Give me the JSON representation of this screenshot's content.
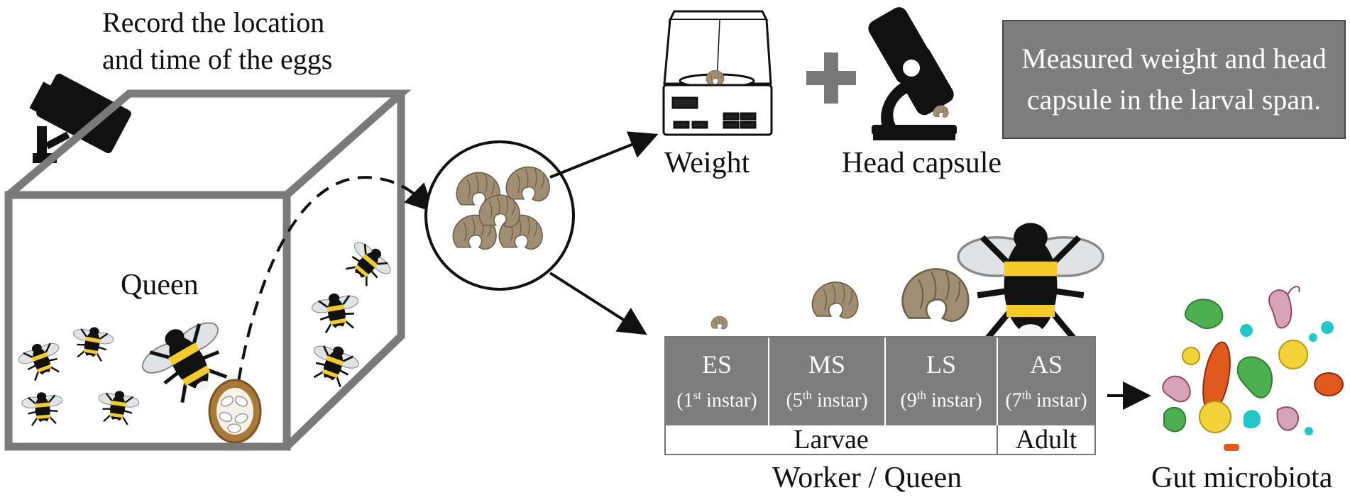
{
  "record_text": [
    "Record the location",
    "and time of the eggs"
  ],
  "queen_label": "Queen",
  "weight_label": "Weight",
  "head_capsule_label": "Head capsule",
  "measure_note": [
    "Measured weight and head",
    "capsule in the larval span."
  ],
  "stages": [
    {
      "code": "ES",
      "ordinal": "1",
      "suffix": "st",
      "rest": " instar)"
    },
    {
      "code": "MS",
      "ordinal": "5",
      "suffix": "th",
      "rest": " instar)"
    },
    {
      "code": "LS",
      "ordinal": "9",
      "suffix": "th",
      "rest": " instar)"
    },
    {
      "code": "AS",
      "ordinal": "7",
      "suffix": "th",
      "rest": " instar)"
    }
  ],
  "groups": [
    "Larvae",
    "Adult"
  ],
  "caste_label": "Worker / Queen",
  "gut_label": "Gut microbiota",
  "colors": {
    "box_stroke": "#7a7a7a",
    "table_fill": "#7d7d7d",
    "larva": "#a08f74",
    "bee_yellow": "#f3cc2a",
    "nest": "#a77a3a"
  }
}
